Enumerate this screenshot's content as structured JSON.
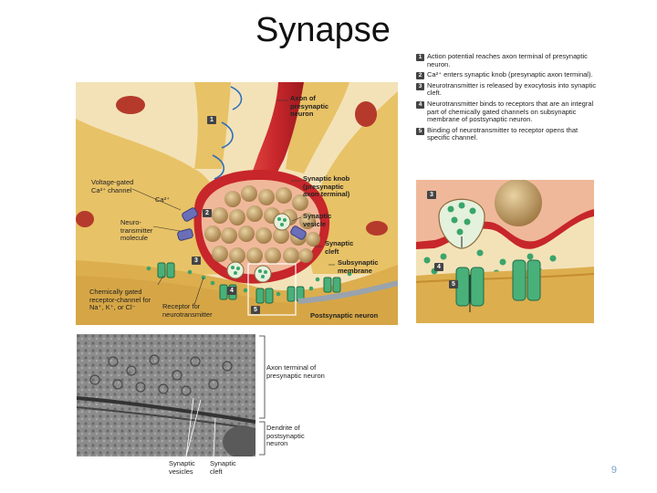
{
  "slide": {
    "title": "Synapse",
    "page_number": "9"
  },
  "steps": [
    {
      "num": "1",
      "text": "Action potential reaches axon terminal of presynaptic neuron."
    },
    {
      "num": "2",
      "text": "Ca²⁺ enters synaptic knob (presynaptic axon terminal)."
    },
    {
      "num": "3",
      "text": "Neurotransmitter is released by exocytosis into synaptic cleft."
    },
    {
      "num": "4",
      "text": "Neurotransmitter binds to receptors that are an integral part of chemically gated channels on subsynaptic membrane of postsynaptic neuron."
    },
    {
      "num": "5",
      "text": "Binding of neurotransmitter to receptor opens that specific channel."
    }
  ],
  "main_diagram": {
    "labels": {
      "axon": "Axon of presynaptic neuron",
      "synaptic_knob": "Synaptic knob (presynaptic axon terminal)",
      "synaptic_vesicle": "Synaptic vesicle",
      "synaptic_cleft": "Synaptic cleft",
      "subsynaptic_membrane": "Subsynaptic membrane",
      "postsynaptic_neuron": "Postsynaptic neuron",
      "voltage_gated": "Voltage-gated Ca²⁺ channel",
      "ca": "Ca²⁺",
      "neurotransmitter": "Neuro- transmitter molecule",
      "chem_gated": "Chemically gated receptor-channel for Na⁺, K⁺, or Cl⁻",
      "receptor": "Receptor for neurotransmitter"
    },
    "markers": [
      "1",
      "2",
      "3",
      "4",
      "5"
    ]
  },
  "inset_markers": [
    "3",
    "4",
    "5"
  ],
  "micrograph": {
    "labels": {
      "axon_terminal": "Axon terminal of presynaptic neuron",
      "dendrite": "Dendrite of postsynaptic neuron",
      "synaptic_vesicles": "Synaptic vesicles",
      "synaptic_cleft": "Synaptic cleft"
    }
  },
  "colors": {
    "neuron_tan": "#e8c266",
    "axon_red": "#c7262b",
    "vesicle": "#b89358",
    "nt_green": "#3aa56a",
    "arrow_blue": "#2e6fb8",
    "page_number": "#7aa0c8"
  }
}
